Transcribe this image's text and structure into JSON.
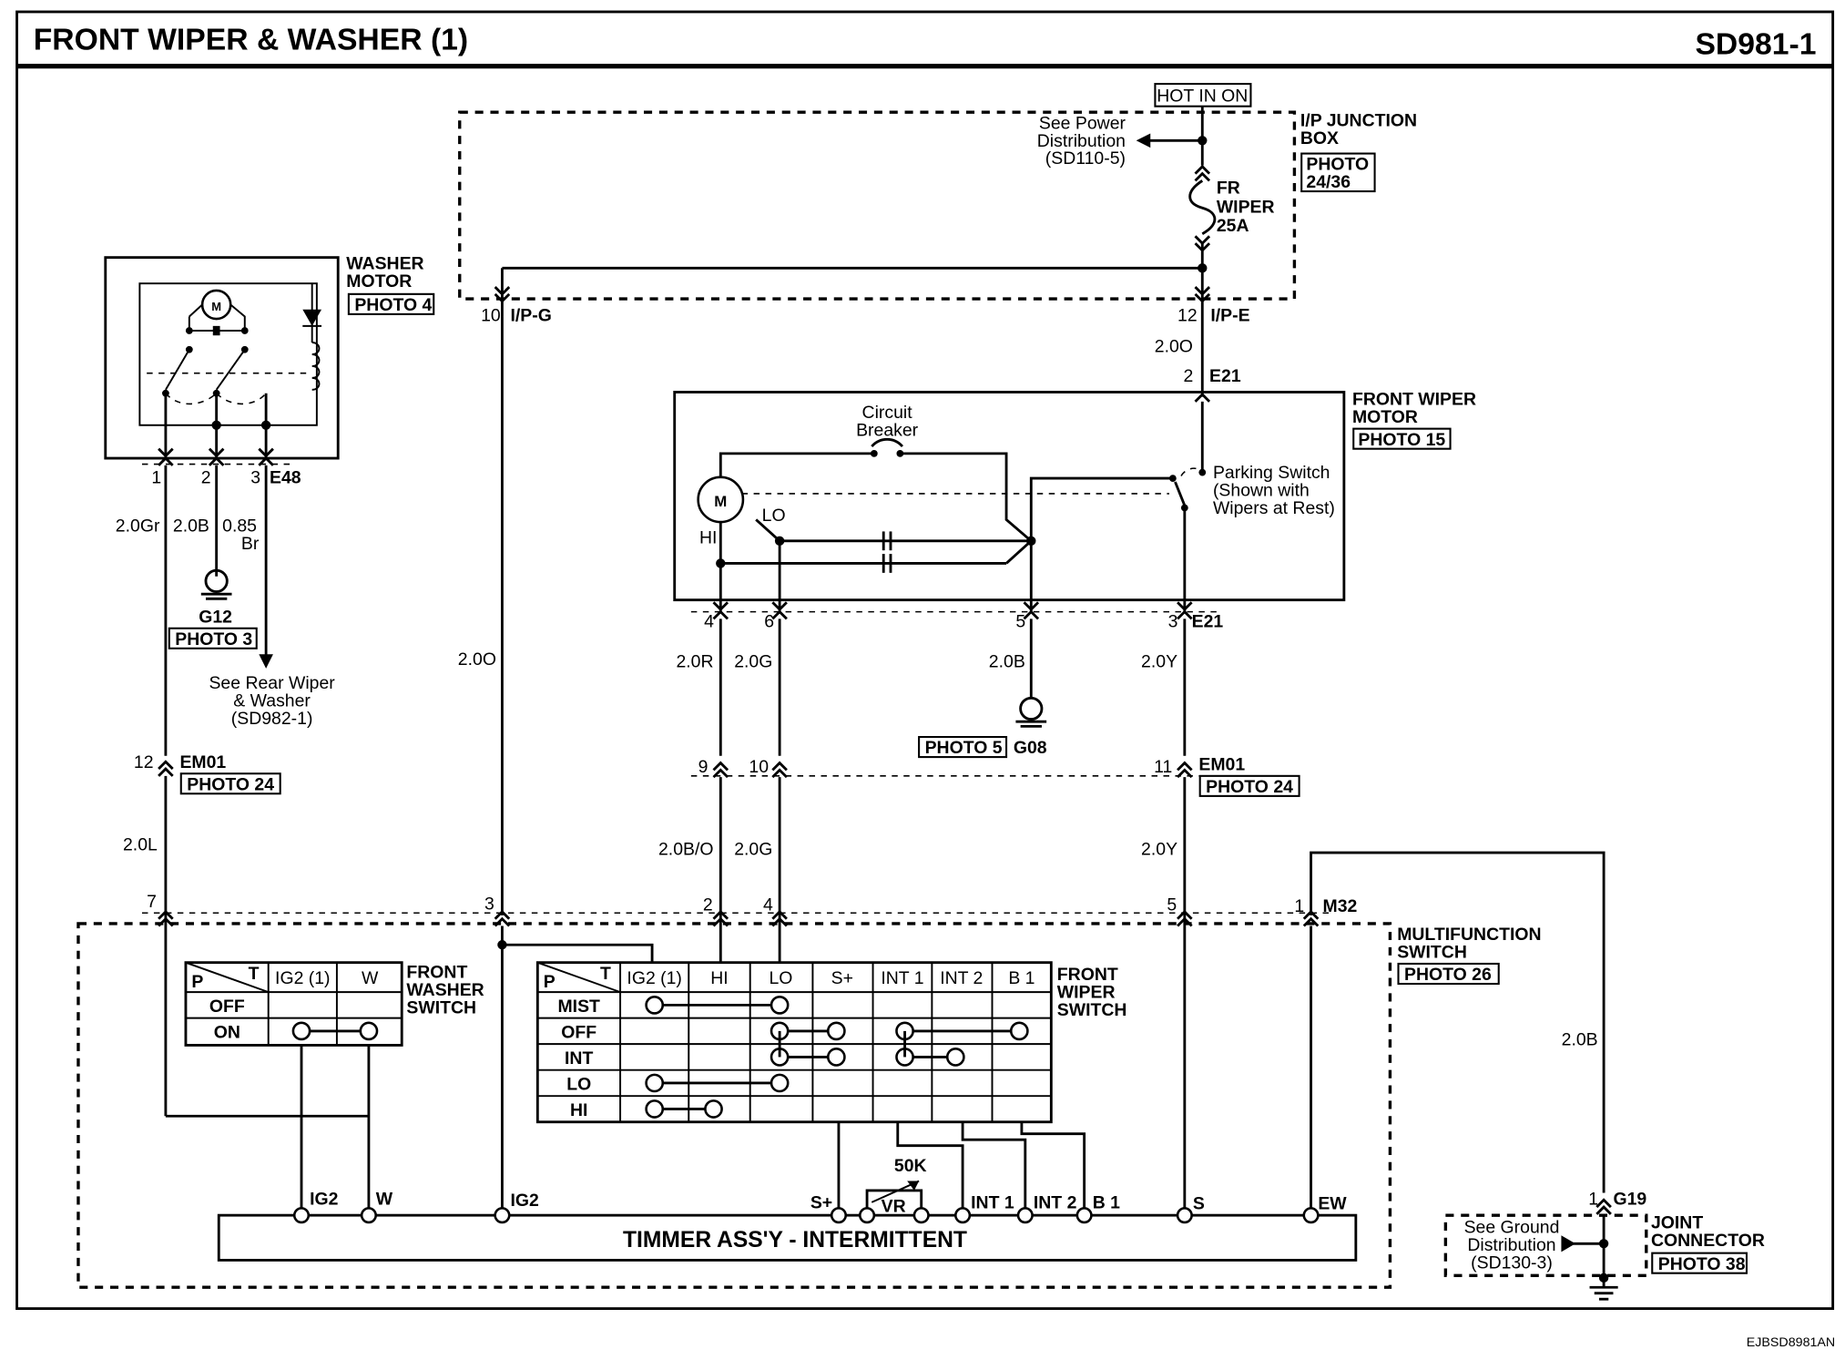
{
  "header": {
    "title": "FRONT WIPER & WASHER (1)",
    "code": "SD981-1"
  },
  "footer_code": "EJBSD8981AN",
  "hot_in_on": "HOT IN ON",
  "ip_junction_box": {
    "label1": "I/P JUNCTION",
    "label2": "BOX",
    "photo": "PHOTO",
    "photo_ref": "24/36"
  },
  "power_ref": {
    "l1": "See Power",
    "l2": "Distribution",
    "l3": "(SD110-5)"
  },
  "fuse": {
    "l1": "FR",
    "l2": "WIPER",
    "l3": "25A"
  },
  "connectors": {
    "ipg": {
      "pin": "10",
      "name": "I/P-G"
    },
    "ipe": {
      "pin": "12",
      "name": "I/P-E"
    },
    "e21_top": {
      "pin": "2",
      "name": "E21"
    },
    "e21_bottom": {
      "pins": [
        "4",
        "6",
        "5",
        "3"
      ],
      "name": "E21"
    },
    "e48": {
      "pins": [
        "1",
        "2",
        "3"
      ],
      "name": "E48"
    },
    "em01_left": {
      "pin": "12",
      "name": "EM01",
      "photo": "PHOTO 24"
    },
    "em01_right": {
      "pins": [
        "9",
        "10",
        "11"
      ],
      "name": "EM01",
      "photo": "PHOTO 24"
    },
    "bottom_row": {
      "pins": [
        "7",
        "3",
        "2",
        "4",
        "5",
        "1"
      ],
      "name": "M32"
    },
    "g19": {
      "pin": "1",
      "name": "G19"
    }
  },
  "washer_motor": {
    "l1": "WASHER",
    "l2": "MOTOR",
    "photo": "PHOTO 4",
    "motor_symbol": "M"
  },
  "wires": {
    "w_20gr": "2.0Gr",
    "w_20b_washer": "2.0B",
    "w_085": "0.85",
    "w_br": "Br",
    "w_20o_ipe": "2.0O",
    "w_20o_ipg": "2.0O",
    "w_20r": "2.0R",
    "w_20g_a": "2.0G",
    "w_20b_g08": "2.0B",
    "w_20y_a": "2.0Y",
    "w_20l": "2.0L",
    "w_20bo": "2.0B/O",
    "w_20g_b": "2.0G",
    "w_20y_b": "2.0Y",
    "w_20b_g19": "2.0B"
  },
  "grounds": {
    "g12": {
      "name": "G12",
      "photo": "PHOTO 3"
    },
    "g08": {
      "name": "G08",
      "photo": "PHOTO 5"
    }
  },
  "rear_ref": {
    "l1": "See Rear Wiper",
    "l2": "& Washer",
    "l3": "(SD982-1)"
  },
  "front_wiper_motor": {
    "l1": "FRONT WIPER",
    "l2": "MOTOR",
    "photo": "PHOTO 15",
    "breaker_l1": "Circuit",
    "breaker_l2": "Breaker",
    "park_l1": "Parking Switch",
    "park_l2": "(Shown with",
    "park_l3": "Wipers at Rest)",
    "lo": "LO",
    "hi": "HI",
    "motor_symbol": "M"
  },
  "multifunction_switch": {
    "l1": "MULTIFUNCTION",
    "l2": "SWITCH",
    "photo": "PHOTO 26"
  },
  "washer_switch": {
    "l1": "FRONT",
    "l2": "WASHER",
    "l3": "SWITCH",
    "corner_p": "P",
    "corner_t": "T",
    "cols": [
      "IG2 (1)",
      "W"
    ],
    "rows": [
      "OFF",
      "ON"
    ]
  },
  "wiper_switch": {
    "l1": "FRONT",
    "l2": "WIPER",
    "l3": "SWITCH",
    "corner_p": "P",
    "corner_t": "T",
    "cols": [
      "IG2 (1)",
      "HI",
      "LO",
      "S+",
      "INT 1",
      "INT 2",
      "B 1"
    ],
    "rows": [
      "MIST",
      "OFF",
      "INT",
      "LO",
      "HI"
    ]
  },
  "timer": {
    "label": "TIMMER ASS'Y - INTERMITTENT",
    "terminals": [
      "IG2",
      "W",
      "IG2",
      "S+",
      "INT 1",
      "INT 2",
      "B 1",
      "S",
      "EW"
    ],
    "vr_value": "50K",
    "vr_label": "VR"
  },
  "ground_ref": {
    "l1": "See Ground",
    "l2": "Distribution",
    "l3": "(SD130-3)"
  },
  "joint_connector": {
    "l1": "JOINT",
    "l2": "CONNECTOR",
    "photo": "PHOTO 38"
  }
}
